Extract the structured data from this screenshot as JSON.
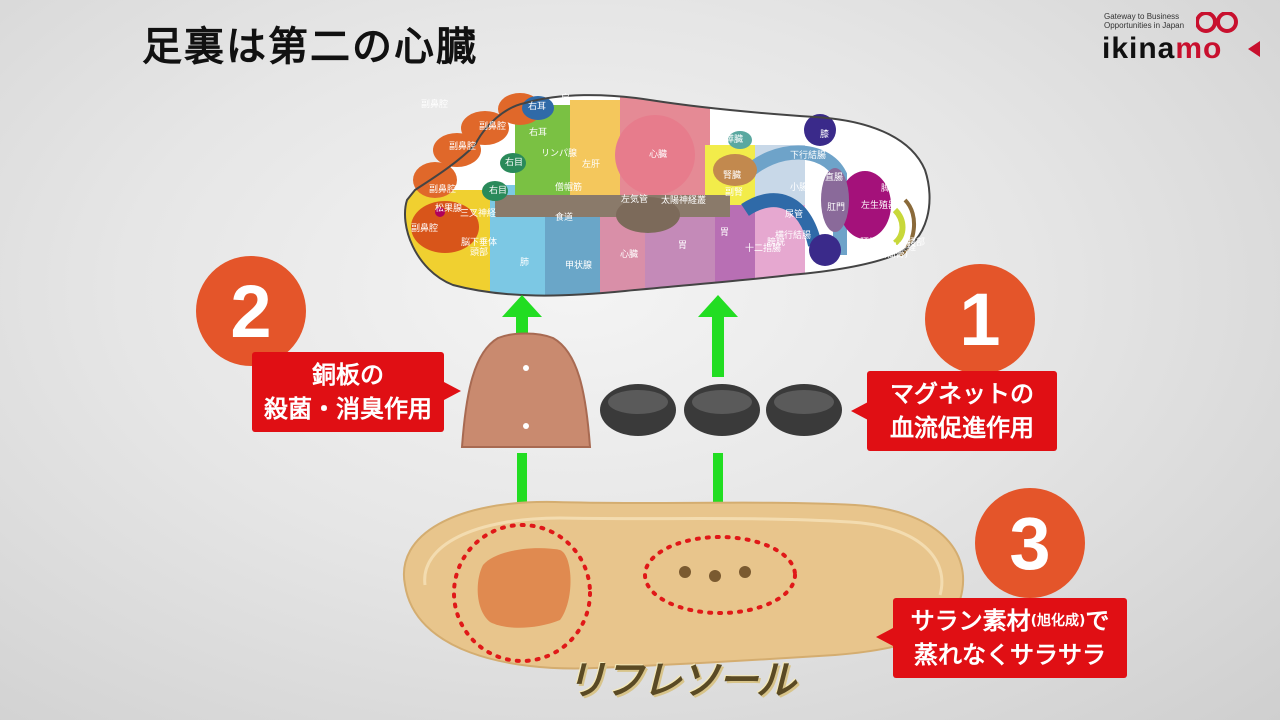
{
  "title": "足裏は第二の心臓",
  "logo": {
    "tagline_line1": "Gateway to Business",
    "tagline_line2": "Opportunities in Japan",
    "word_main": "ikina",
    "word_accent": "mo"
  },
  "features": [
    {
      "number": "1",
      "line1": "マグネットの",
      "line2": "血流促進作用"
    },
    {
      "number": "2",
      "line1": "銅板の",
      "line2": "殺菌・消臭作用"
    },
    {
      "number": "3",
      "line1": "サラン素材",
      "line1_small": "(旭化成)",
      "line1_suffix": "で",
      "line2": "蒸れなくサラサラ"
    }
  ],
  "brand_name": "リフレソール",
  "foot_map_labels": [
    "副鼻腔",
    "右耳",
    "肩",
    "副鼻腔",
    "右耳",
    "副鼻腔",
    "リンパ腺",
    "副鼻腔",
    "右目",
    "左肝",
    "心臓",
    "膵臓",
    "右目",
    "僧帽筋",
    "腎臓",
    "下行結腸",
    "膝",
    "松果腺",
    "食道",
    "左気管",
    "太陽神経叢",
    "副腎",
    "小腸",
    "直腸",
    "脚部",
    "副鼻腔",
    "三叉神経",
    "肛門",
    "左生殖器",
    "頭部",
    "脳下垂体",
    "肺",
    "甲状腺",
    "心臓",
    "胃",
    "膀胱",
    "横行結腸",
    "尿管",
    "坐骨神経",
    "胃",
    "十二指腸",
    "腰椎",
    "尾骨(仙骨)",
    "腰部"
  ],
  "colors": {
    "accent_orange": "#e4552a",
    "callout_red": "#e00f14",
    "arrow_green": "#22dd22",
    "insole": "#e8c58c",
    "copper": "#c98a6f",
    "magnet": "#3a3a3a"
  }
}
